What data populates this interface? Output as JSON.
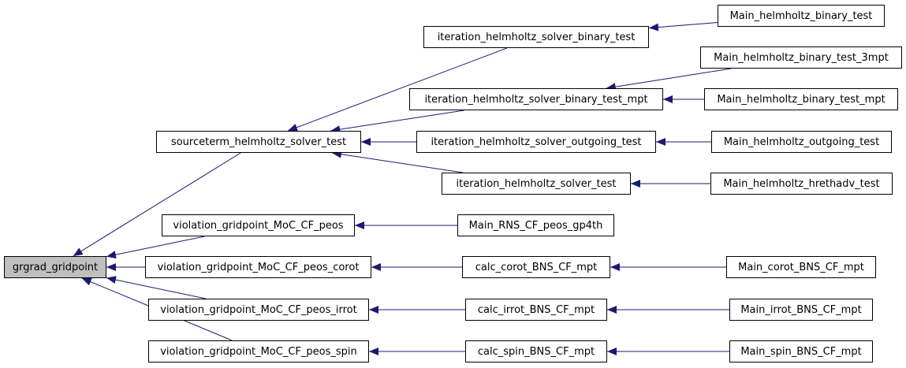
{
  "graph": {
    "edge_color": "#191970",
    "root_fill": "#bfbfbf",
    "nodes": {
      "grgrad_gridpoint": "grgrad_gridpoint",
      "sourceterm_helmholtz_solver_test": "sourceterm_helmholtz_solver_test",
      "violation_gridpoint_MoC_CF_peos": "violation_gridpoint_MoC_CF_peos",
      "violation_gridpoint_MoC_CF_peos_corot": "violation_gridpoint_MoC_CF_peos_corot",
      "violation_gridpoint_MoC_CF_peos_irrot": "violation_gridpoint_MoC_CF_peos_irrot",
      "violation_gridpoint_MoC_CF_peos_spin": "violation_gridpoint_MoC_CF_peos_spin",
      "iteration_helmholtz_solver_binary_test": "iteration_helmholtz_solver_binary_test",
      "iteration_helmholtz_solver_binary_test_mpt": "iteration_helmholtz_solver_binary_test_mpt",
      "iteration_helmholtz_solver_outgoing_test": "iteration_helmholtz_solver_outgoing_test",
      "iteration_helmholtz_solver_test": "iteration_helmholtz_solver_test",
      "Main_RNS_CF_peos_gp4th": "Main_RNS_CF_peos_gp4th",
      "calc_corot_BNS_CF_mpt": "calc_corot_BNS_CF_mpt",
      "calc_irrot_BNS_CF_mpt": "calc_irrot_BNS_CF_mpt",
      "calc_spin_BNS_CF_mpt": "calc_spin_BNS_CF_mpt",
      "Main_helmholtz_binary_test": "Main_helmholtz_binary_test",
      "Main_helmholtz_binary_test_3mpt": "Main_helmholtz_binary_test_3mpt",
      "Main_helmholtz_binary_test_mpt": "Main_helmholtz_binary_test_mpt",
      "Main_helmholtz_outgoing_test": "Main_helmholtz_outgoing_test",
      "Main_helmholtz_hrethadv_test": "Main_helmholtz_hrethadv_test",
      "Main_corot_BNS_CF_mpt": "Main_corot_BNS_CF_mpt",
      "Main_irrot_BNS_CF_mpt": "Main_irrot_BNS_CF_mpt",
      "Main_spin_BNS_CF_mpt": "Main_spin_BNS_CF_mpt"
    },
    "edges": [
      [
        "sourceterm_helmholtz_solver_test",
        "grgrad_gridpoint"
      ],
      [
        "violation_gridpoint_MoC_CF_peos",
        "grgrad_gridpoint"
      ],
      [
        "violation_gridpoint_MoC_CF_peos_corot",
        "grgrad_gridpoint"
      ],
      [
        "violation_gridpoint_MoC_CF_peos_irrot",
        "grgrad_gridpoint"
      ],
      [
        "violation_gridpoint_MoC_CF_peos_spin",
        "grgrad_gridpoint"
      ],
      [
        "iteration_helmholtz_solver_binary_test",
        "sourceterm_helmholtz_solver_test"
      ],
      [
        "iteration_helmholtz_solver_binary_test_mpt",
        "sourceterm_helmholtz_solver_test"
      ],
      [
        "iteration_helmholtz_solver_outgoing_test",
        "sourceterm_helmholtz_solver_test"
      ],
      [
        "iteration_helmholtz_solver_test",
        "sourceterm_helmholtz_solver_test"
      ],
      [
        "Main_RNS_CF_peos_gp4th",
        "violation_gridpoint_MoC_CF_peos"
      ],
      [
        "calc_corot_BNS_CF_mpt",
        "violation_gridpoint_MoC_CF_peos_corot"
      ],
      [
        "calc_irrot_BNS_CF_mpt",
        "violation_gridpoint_MoC_CF_peos_irrot"
      ],
      [
        "calc_spin_BNS_CF_mpt",
        "violation_gridpoint_MoC_CF_peos_spin"
      ],
      [
        "Main_helmholtz_binary_test",
        "iteration_helmholtz_solver_binary_test"
      ],
      [
        "Main_helmholtz_binary_test_3mpt",
        "iteration_helmholtz_solver_binary_test_mpt"
      ],
      [
        "Main_helmholtz_binary_test_mpt",
        "iteration_helmholtz_solver_binary_test_mpt"
      ],
      [
        "Main_helmholtz_outgoing_test",
        "iteration_helmholtz_solver_outgoing_test"
      ],
      [
        "Main_helmholtz_hrethadv_test",
        "iteration_helmholtz_solver_test"
      ],
      [
        "Main_corot_BNS_CF_mpt",
        "calc_corot_BNS_CF_mpt"
      ],
      [
        "Main_irrot_BNS_CF_mpt",
        "calc_irrot_BNS_CF_mpt"
      ],
      [
        "Main_spin_BNS_CF_mpt",
        "calc_spin_BNS_CF_mpt"
      ]
    ]
  }
}
